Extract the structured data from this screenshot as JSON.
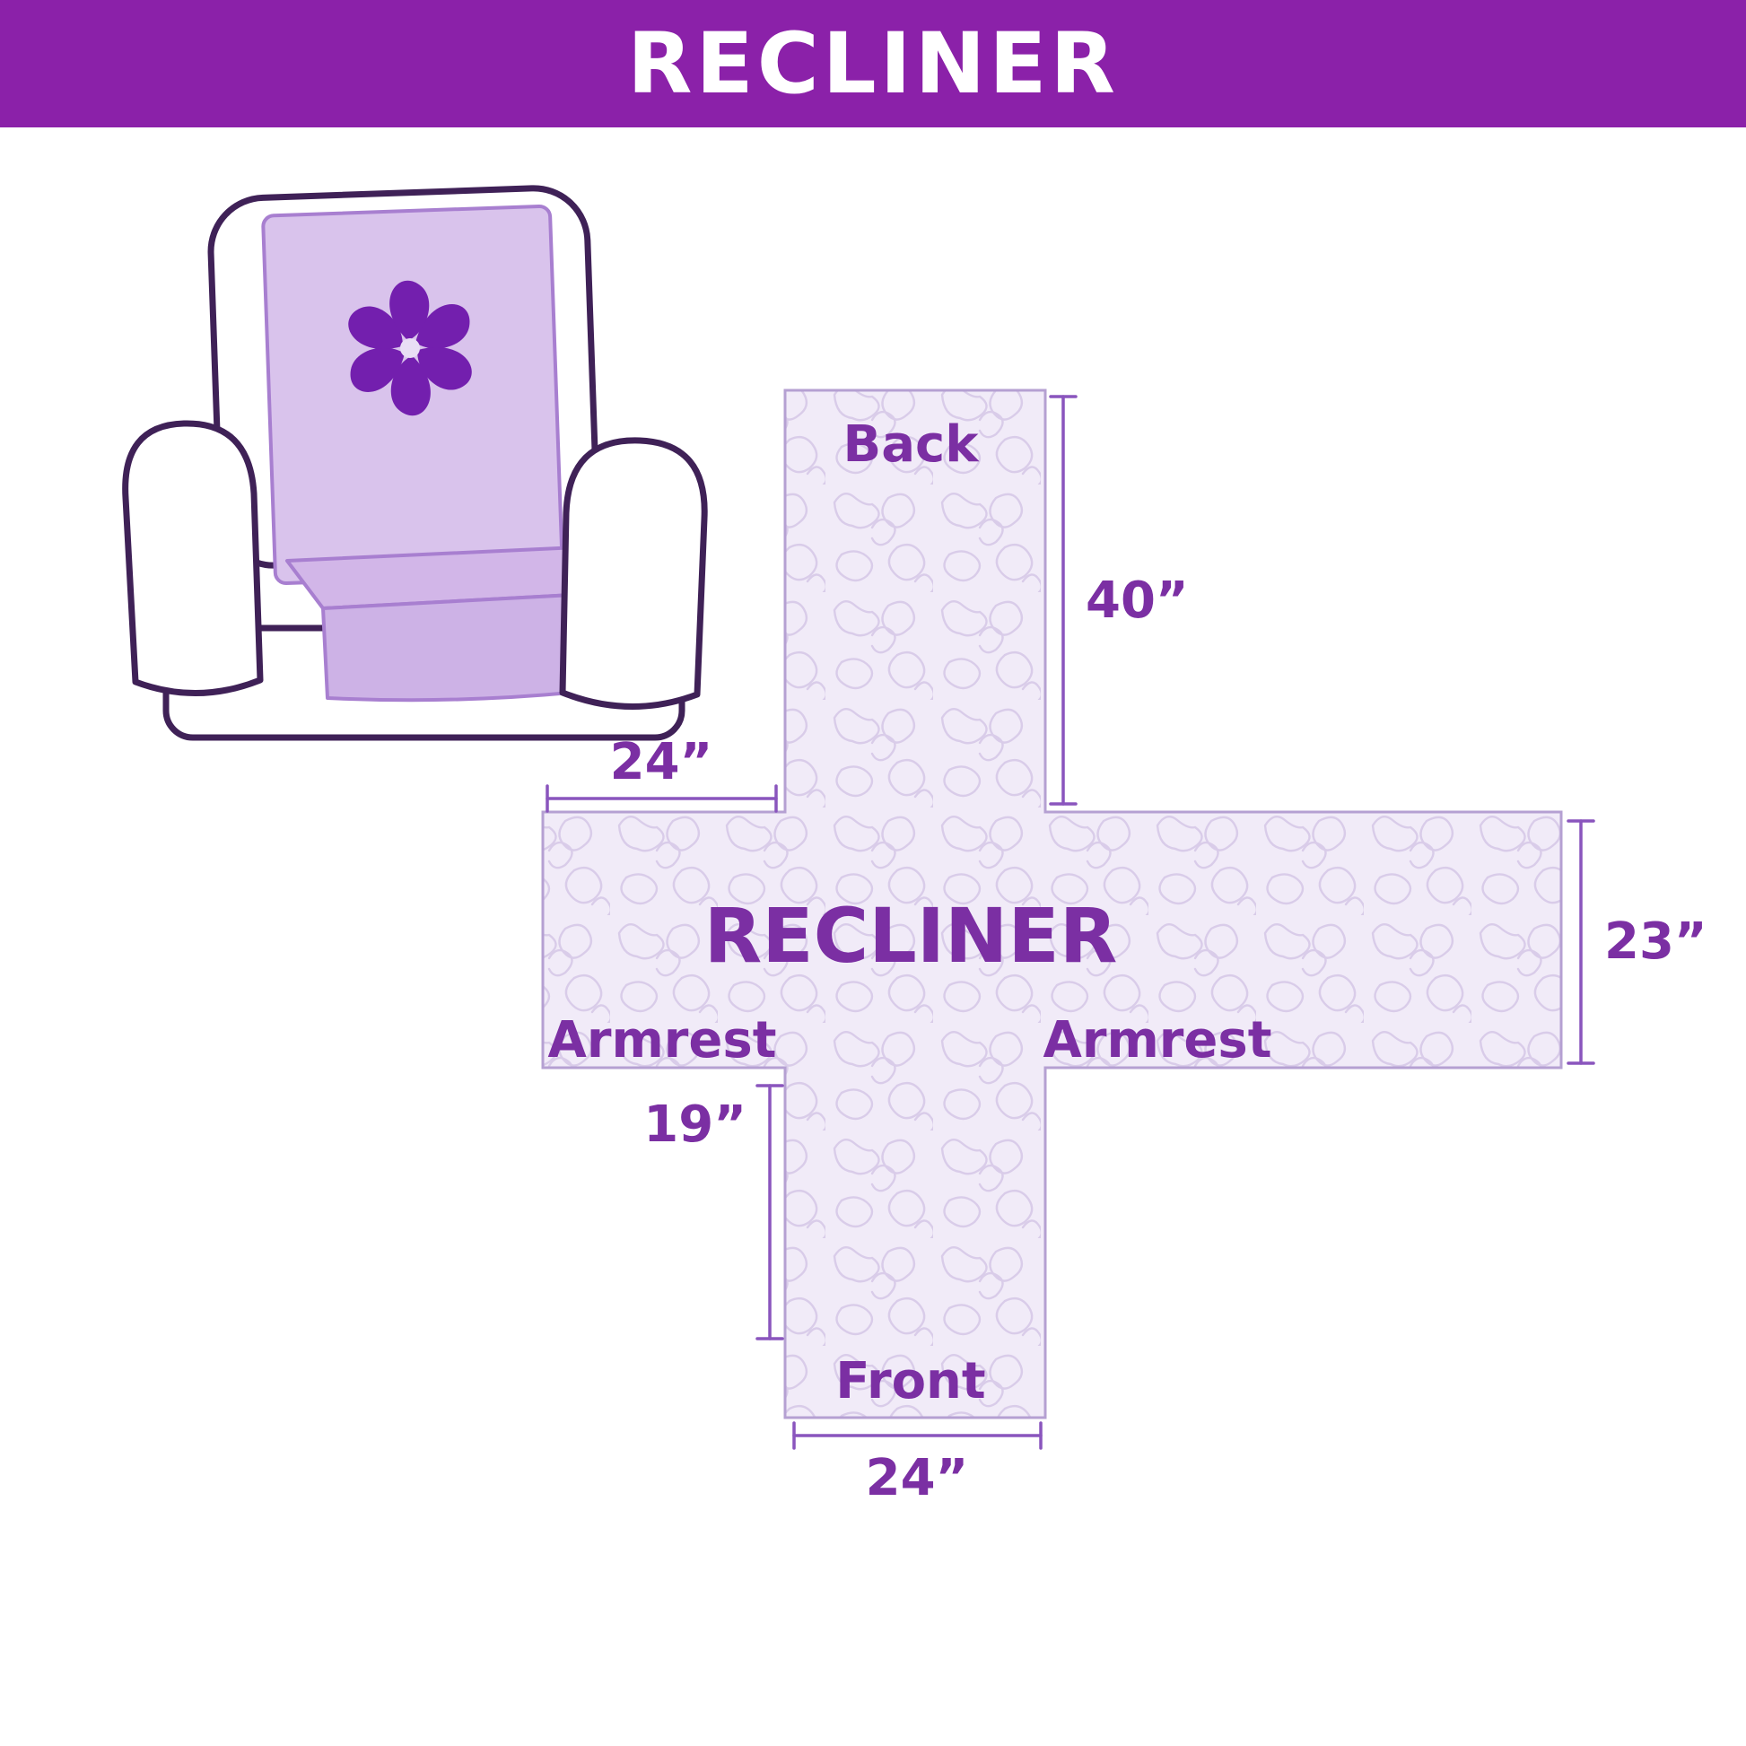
{
  "header": {
    "title": "RECLINER"
  },
  "diagram": {
    "labels": {
      "back": "Back",
      "center": "RECLINER",
      "armrest_left": "Armrest",
      "armrest_right": "Armrest",
      "front": "Front"
    },
    "measurements": {
      "back_height": "40”",
      "top_width": "24”",
      "side_height": "23”",
      "front_flap_height": "19”",
      "bottom_width": "24”"
    }
  },
  "colors": {
    "header_bg": "#8B21A9",
    "label_text": "#7B2FA3",
    "measure_line": "#8A55BD",
    "chair_outline": "#3F2157",
    "cover_light": "#D9C3EC",
    "cover_edge": "#A87FD0",
    "pinwheel": "#731FAE",
    "cross_fill": "#F1EBF8",
    "cross_pattern_line": "#D9CCE9",
    "cross_outline": "#B5A0D2"
  }
}
